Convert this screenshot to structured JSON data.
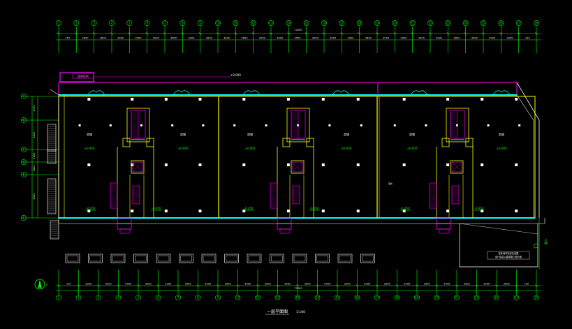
{
  "drawing": {
    "title": "一层平面图",
    "scale": "1:100",
    "top_total": "72000",
    "bottom_total": "72000",
    "roof_label": "屋面结构",
    "ridge_note": "±0.000",
    "note_box_line1": "室外地坪标高见总图",
    "note_box_line2": "设计标高以建筑施工图为准"
  },
  "colors": {
    "background": "#000000",
    "axis": "#00ff00",
    "wall": "#ffff00",
    "window": "#00ffff",
    "annotation": "#ff00ff",
    "column": "#ffffff"
  },
  "top_axes": [
    "1",
    "2",
    "3",
    "4",
    "5",
    "6",
    "7",
    "8",
    "9",
    "10",
    "11",
    "12",
    "13",
    "14",
    "15",
    "16",
    "17",
    "18",
    "19",
    "20",
    "21",
    "22",
    "23",
    "24",
    "25",
    "26",
    "27",
    "28"
  ],
  "top_dims": [
    "150",
    "3900",
    "4800",
    "3900",
    "3900",
    "3900",
    "4800",
    "3900",
    "3900",
    "3900",
    "4800",
    "3900",
    "3900",
    "3900",
    "3900",
    "3900",
    "3900",
    "4800",
    "3900",
    "3900",
    "3900",
    "3900",
    "4800",
    "3900",
    "3900",
    "3900",
    "150"
  ],
  "bottom_axes": [
    "1",
    "2",
    "3",
    "4",
    "5",
    "6",
    "7",
    "8",
    "9",
    "10",
    "11",
    "12",
    "13",
    "14",
    "15",
    "16",
    "17",
    "18",
    "19",
    "20",
    "21",
    "22",
    "23",
    "24",
    "25"
  ],
  "bottom_dims": [
    "150",
    "3900",
    "3900",
    "5400",
    "3300",
    "3300",
    "3900",
    "3900",
    "3900",
    "3900",
    "3900",
    "3900",
    "3900",
    "5400",
    "3900",
    "3900",
    "3900",
    "3900",
    "3900",
    "5400",
    "3900",
    "3900",
    "3900",
    "150"
  ],
  "left_axes": [
    "A",
    "B",
    "C",
    "D",
    "E",
    "F"
  ],
  "left_dims": [
    "2700",
    "4500",
    "1800",
    "1800",
    "4500"
  ],
  "rooms": [
    {
      "name": "商铺",
      "area": "±0.000"
    },
    {
      "name": "商铺",
      "area": "±0.000"
    },
    {
      "name": "商铺",
      "area": "±0.000"
    },
    {
      "name": "商铺",
      "area": "±0.000"
    },
    {
      "name": "商铺",
      "area": "±0.000"
    },
    {
      "name": "商铺",
      "area": "±0.000"
    }
  ],
  "elevations": [
    "-0.450",
    "-0.450",
    "-0.450",
    "-0.450",
    "-0.450",
    "-0.450"
  ],
  "side_label": "室外",
  "right_label": "散水"
}
